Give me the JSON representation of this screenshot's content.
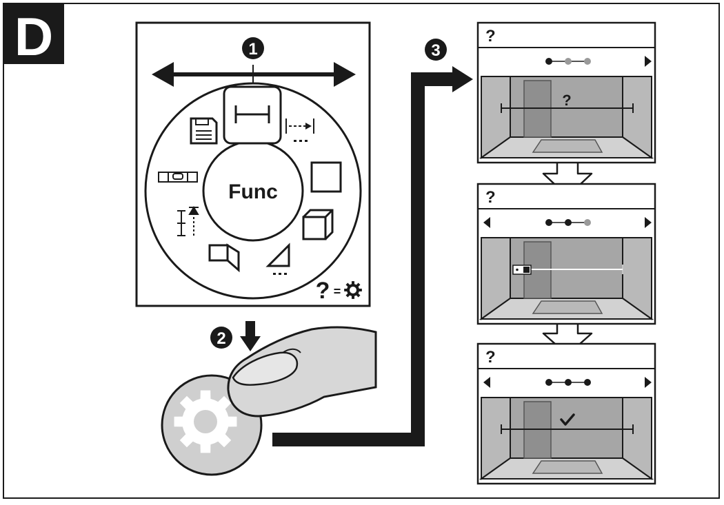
{
  "figure": {
    "letter": "D",
    "step_numbers": [
      "1",
      "2",
      "3"
    ]
  },
  "mode_dial": {
    "center_label": "Func",
    "help_symbol": "?",
    "equals_sign": "=",
    "icons": [
      "single-distance-icon",
      "continuous-distance-icon",
      "area-icon",
      "volume-icon",
      "indirect-measure-icon",
      "wall-area-icon",
      "stakeout-icon",
      "spirit-level-icon",
      "memory-icon",
      "gear-icon"
    ]
  },
  "screens": [
    {
      "header": "?",
      "wall_label": "?",
      "step": 1,
      "total_steps": 3,
      "left_arrow": false,
      "right_arrow": true,
      "state": "question"
    },
    {
      "header": "?",
      "wall_label": "",
      "step": 2,
      "total_steps": 3,
      "left_arrow": true,
      "right_arrow": true,
      "state": "measuring"
    },
    {
      "header": "?",
      "wall_label": "",
      "step": 3,
      "total_steps": 3,
      "left_arrow": true,
      "right_arrow": true,
      "state": "done"
    }
  ],
  "colors": {
    "ink": "#1a1a1a",
    "wall_side": "#b9b9b9",
    "wall_back": "#a6a6a6",
    "floor": "#d2d2d2",
    "door": "#8f8f8f",
    "finger": "#d7d7d7",
    "gear_button": "#cfcfcf",
    "dot_inactive": "#9a9a9a"
  }
}
